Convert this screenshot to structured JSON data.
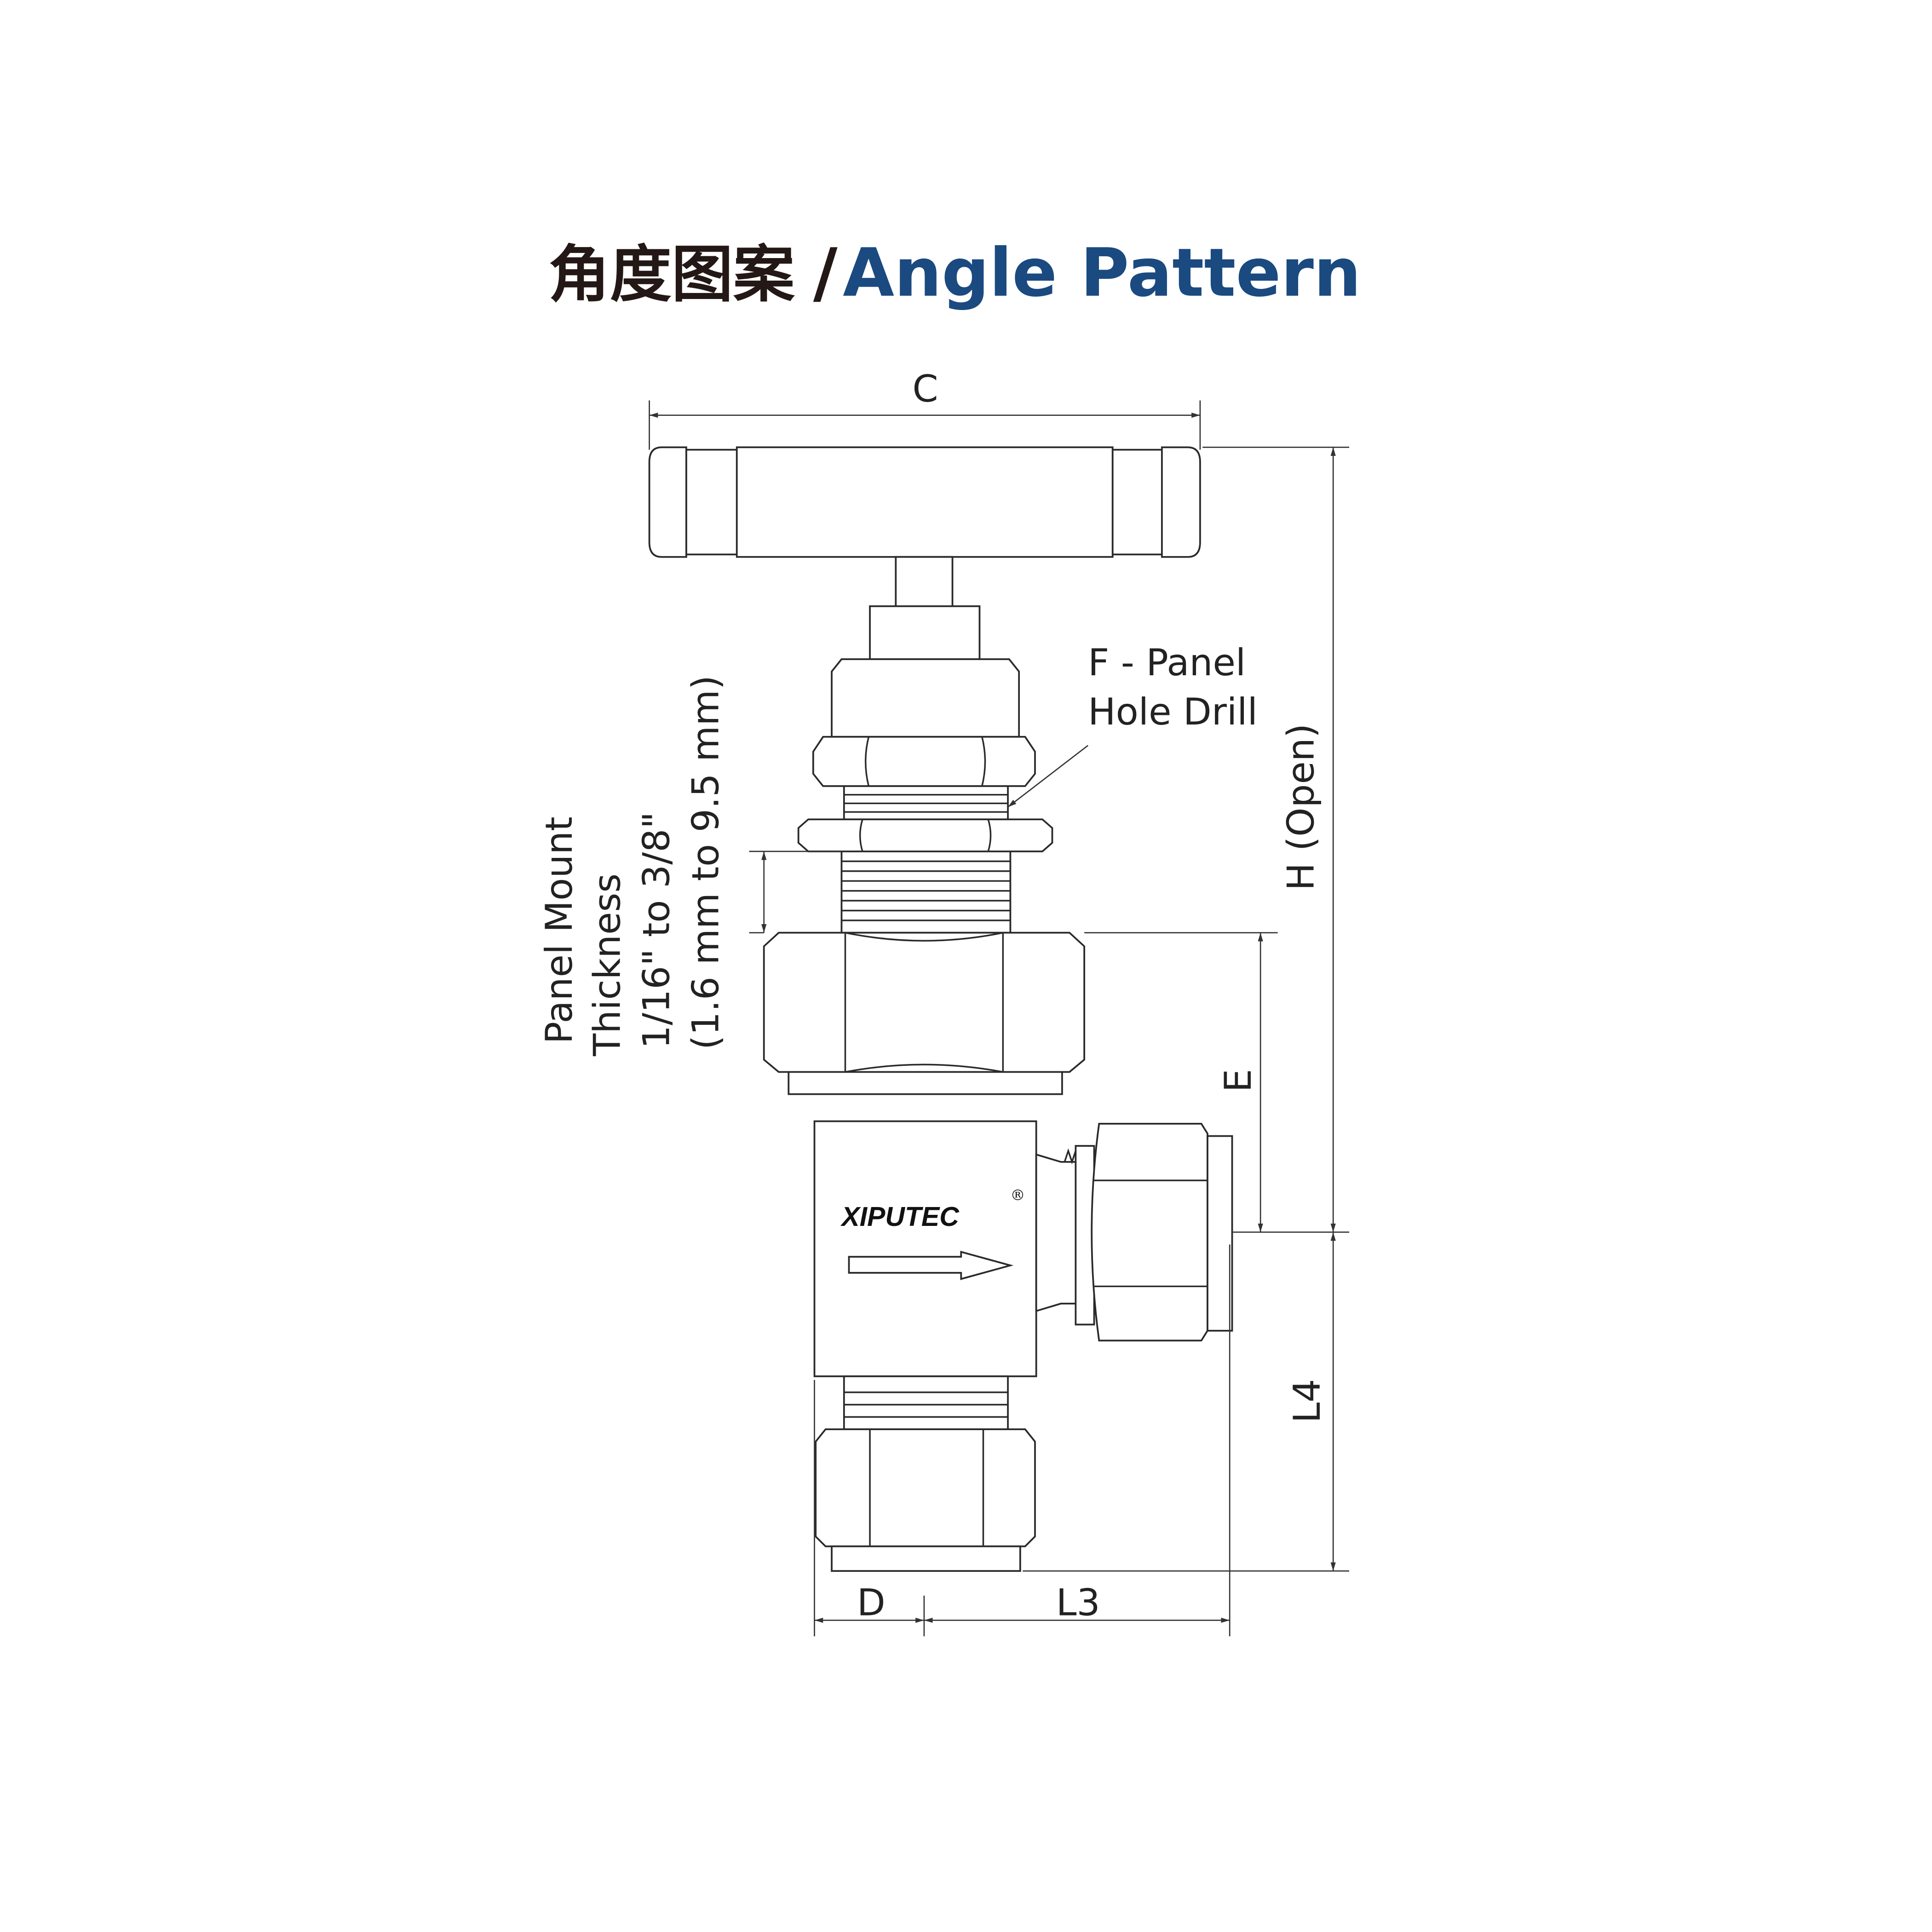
{
  "title": {
    "chinese": "角度图案",
    "separator": "/",
    "english": "Angle Pattern",
    "english_color": "#1a4a80"
  },
  "labels": {
    "c": "C",
    "f_panel_line1": "F - Panel",
    "f_panel_line2": "Hole Drill",
    "h_open": "H (Open)",
    "e": "E",
    "l4": "L4",
    "d": "D",
    "l3": "L3",
    "panel_line1": "Panel Mount",
    "panel_line2": "Thickness",
    "panel_line3": "1/16\" to 3/8\"",
    "panel_line4": "(1.6 mm to 9.5 mm)"
  },
  "logo": {
    "brand": "XIPUTEC",
    "registered": "®"
  }
}
